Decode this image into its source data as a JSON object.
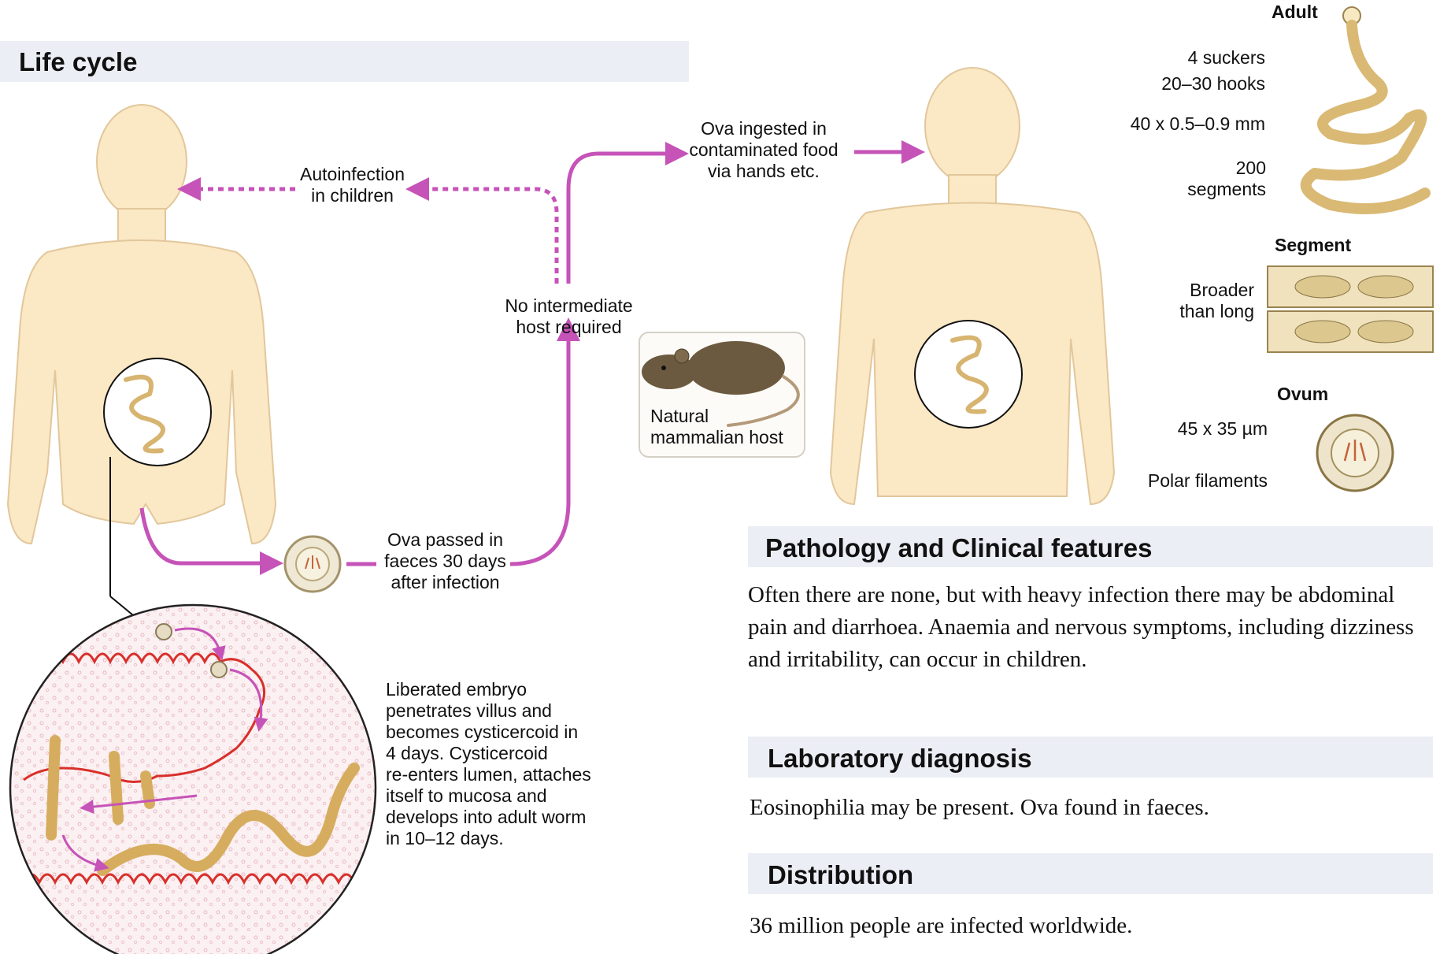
{
  "colors": {
    "arrow": "#c653b8",
    "gut": "#d8302b",
    "body": "#fbe8c4",
    "bodyEdge": "#e2c79c",
    "band": "#eceef5"
  },
  "life_cycle": {
    "title": "Life cycle",
    "autoinfection": "Autoinfection\nin children",
    "no_intermediate": "No intermediate\nhost required",
    "ova_ingested": "Ova ingested in\ncontaminated food\nvia hands etc.",
    "ova_passed": "Ova passed in\nfaeces 30 days\nafter infection",
    "natural_host": "Natural\nmammalian host",
    "liberated": "Liberated embryo\npenetrates villus and\nbecomes cysticercoid in\n4 days. Cysticercoid\nre-enters lumen, attaches\nitself to mucosa and\ndevelops into adult worm\nin 10–12 days."
  },
  "morphology": {
    "adult_heading": "Adult",
    "suckers": "4 suckers",
    "hooks": "20–30 hooks",
    "size": "40 x 0.5–0.9 mm",
    "segments": "200\nsegments",
    "segment_heading": "Segment",
    "broader": "Broader\nthan long",
    "ovum_heading": "Ovum",
    "ovum_size": "45 x 35 µm",
    "polar": "Polar filaments"
  },
  "sections": {
    "pathology_title": "Pathology and Clinical features",
    "pathology_text": "Often there are none, but with heavy infection there may be abdominal pain and diarrhoea. Anaemia and nervous symptoms, including dizziness and irritability, can occur in children.",
    "lab_title": "Laboratory diagnosis",
    "lab_text": "Eosinophilia may be present. Ova found in faeces.",
    "dist_title": "Distribution",
    "dist_text": "36 million people are infected worldwide."
  }
}
